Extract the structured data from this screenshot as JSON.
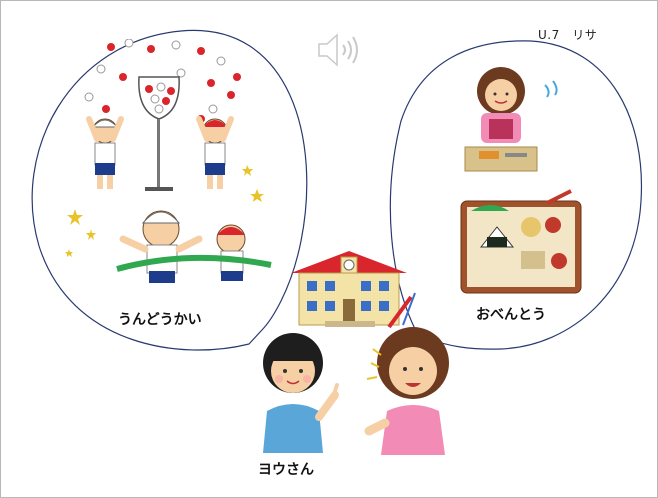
{
  "header": {
    "unit_label": "U.7　リサ"
  },
  "icons": {
    "speaker": "speaker-icon"
  },
  "bubbles": {
    "left": {
      "caption": "うんどうかい",
      "topic": "sports-day-illustration"
    },
    "right": {
      "caption": "おべんとう",
      "topic": "bento-illustration"
    }
  },
  "people": {
    "girl_caption": "ヨウさん"
  },
  "colors": {
    "bubble_stroke": "#2a3a70",
    "speaker": "#c9c9c9"
  }
}
